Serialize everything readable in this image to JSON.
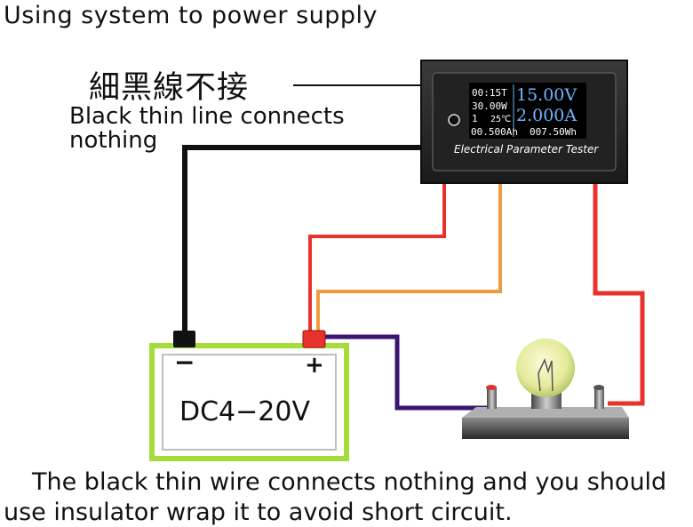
{
  "header": {
    "title": "Using system to power supply"
  },
  "note": {
    "chinese": "細黑線不接",
    "english_line1": "Black  thin  line connects",
    "english_line2": "nothing"
  },
  "meter": {
    "row1_left": "00:15T",
    "row2_left": "30.00W",
    "row3_count": "1",
    "row3_temp": "25℃",
    "voltage": "15.00V",
    "current": "2.000A",
    "capacity": "00.500Ah",
    "energy": "007.50Wh",
    "label": "Electrical Parameter Tester"
  },
  "battery": {
    "minus": "−",
    "plus": "+",
    "label": "DC4−20V"
  },
  "footer": {
    "line1": "The black thin wire connects nothing and you should",
    "line2": "use insulator wrap it to avoid short circuit."
  },
  "colors": {
    "black_wire": "#111111",
    "red_wire": "#e8322c",
    "orange_wire": "#f09a3e",
    "purple_wire": "#3a1670",
    "battery_border": "#a6dc3a",
    "lcd_blue": "#6fb6ff"
  }
}
